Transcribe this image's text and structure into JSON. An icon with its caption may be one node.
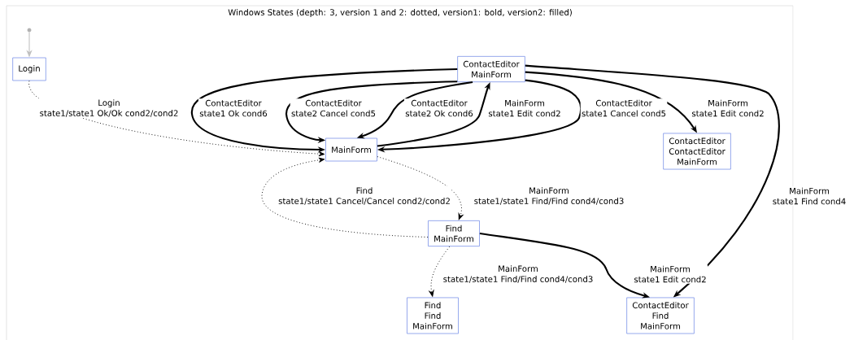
{
  "diagram": {
    "title": "Windows States (depth: 3, version 1 and 2: dotted, version1: bold, version2: filled)",
    "nodes": [
      {
        "text": [],
        "shape": "circle"
      },
      {
        "text": [
          "ContactEditor MainForm"
        ]
      },
      {
        "text": [
          "Login"
        ]
      },
      {
        "text": [
          "MainForm"
        ]
      },
      {
        "text": [
          "ContactEditor ContactEditor MainForm"
        ]
      },
      {
        "text": [
          "Find MainForm"
        ]
      },
      {
        "text": [
          "Find Find MainForm"
        ]
      },
      {
        "text": [
          "ContactEditor Find MainForm"
        ]
      }
    ],
    "edges": [
      {
        "from": 0,
        "to": 2,
        "arrow": "to",
        "color": "#c0c0c0"
      },
      {
        "from": 2,
        "to": 3,
        "arrow": "to",
        "label": "Login state1/state1 Ok/Ok cond2/cond2",
        "style": "dashed"
      },
      {
        "from": 1,
        "to": 3,
        "arrow": "to",
        "label": "ContactEditor state1 Ok cond6"
      },
      {
        "from": 1,
        "to": 3,
        "arrow": "to",
        "label": "ContactEditor state2 Cancel cond5"
      },
      {
        "from": 1,
        "to": 3,
        "arrow": "to",
        "label": "ContactEditor state2 Ok cond6"
      },
      {
        "from": 3,
        "to": 1,
        "arrow": "to",
        "label": "MainForm state1 Edit cond2"
      },
      {
        "from": 1,
        "to": 3,
        "arrow": "to",
        "label": "ContactEditor state1 Cancel cond5"
      },
      {
        "from": 1,
        "to": 4,
        "arrow": "to",
        "label": "MainForm state1 Edit cond2"
      },
      {
        "from": 1,
        "to": 7,
        "arrow": "to",
        "label": "MainForm state1 Find cond4"
      },
      {
        "from": 5,
        "to": 3,
        "arrow": "to",
        "label": "Find state1/state1 Cancel/Cancel cond2/cond2",
        "style": "dashed"
      },
      {
        "from": 3,
        "to": 5,
        "arrow": "to",
        "label": "MainForm state1/state1 Find/Find cond4/cond3",
        "style": "dashed"
      },
      {
        "from": 5,
        "to": 6,
        "arrow": "to",
        "label": "MainForm state1/state1 Find/Find cond4/cond3",
        "style": "dashed"
      },
      {
        "from": 5,
        "to": 7,
        "arrow": "to",
        "label": "MainForm state1 Edit cond2"
      }
    ]
  }
}
